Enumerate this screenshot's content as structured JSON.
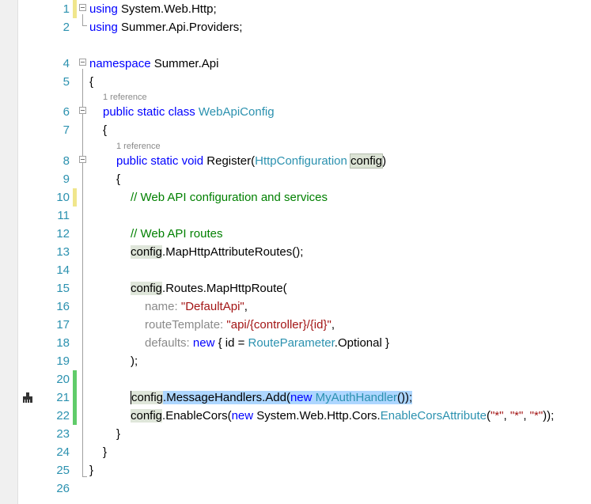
{
  "colors": {
    "keyword": "#0000ff",
    "type": "#2b91af",
    "comment": "#008000",
    "string": "#a31515",
    "line_number": "#2b91af",
    "change_saved": "#60cc6a",
    "change_unsaved": "#f0e68c",
    "selection": "#add6ff"
  },
  "codelens": {
    "class_refs": "1 reference",
    "method_refs": "1 reference"
  },
  "lines": [
    {
      "n": "1"
    },
    {
      "n": "2"
    },
    {
      "n": "4"
    },
    {
      "n": "5"
    },
    {
      "n": "6"
    },
    {
      "n": "7"
    },
    {
      "n": "8"
    },
    {
      "n": "9"
    },
    {
      "n": "10"
    },
    {
      "n": "11"
    },
    {
      "n": "12"
    },
    {
      "n": "13"
    },
    {
      "n": "14"
    },
    {
      "n": "15"
    },
    {
      "n": "16"
    },
    {
      "n": "17"
    },
    {
      "n": "18"
    },
    {
      "n": "19"
    },
    {
      "n": "20"
    },
    {
      "n": "21"
    },
    {
      "n": "22"
    },
    {
      "n": "23"
    },
    {
      "n": "24"
    },
    {
      "n": "25"
    },
    {
      "n": "26"
    }
  ],
  "tokens": {
    "using": "using",
    "system_web_http": "System.Web.Http;",
    "summer_api_providers": "Summer.Api.Providers;",
    "namespace": "namespace",
    "namespace_name": "Summer.Api",
    "open_brace": "{",
    "close_brace": "}",
    "public": "public",
    "static": "static",
    "class": "class",
    "class_name": "WebApiConfig",
    "void": "void",
    "method_name": "Register(",
    "param_type": "HttpConfiguration",
    "param_name": "config",
    "close_paren": ")",
    "comment_services": "// Web API configuration and services",
    "comment_routes": "// Web API routes",
    "config": "config",
    "map_attr_routes": ".MapHttpAttributeRoutes();",
    "routes_map": ".Routes.MapHttpRoute(",
    "name_label": "name:",
    "name_value": "\"DefaultApi\"",
    "comma": ",",
    "route_template_label": "routeTemplate:",
    "route_template_value": "\"api/{controller}/{id}\"",
    "defaults_label": "defaults:",
    "new": "new",
    "defaults_open": "{ id =",
    "route_parameter": "RouteParameter",
    "optional_close": ".Optional }",
    "end_call": ");",
    "message_handlers_add": ".MessageHandlers.Add(",
    "auth_handler": "MyAuthHandler",
    "auth_handler_end": "());",
    "enable_cors": ".EnableCors(",
    "cors_ns": "System.Web.Http.Cors.",
    "cors_attr": "EnableCorsAttribute",
    "cors_args_open": "(",
    "star_str": "\"*\"",
    "cors_args_sep": ", ",
    "cors_end": "));"
  }
}
